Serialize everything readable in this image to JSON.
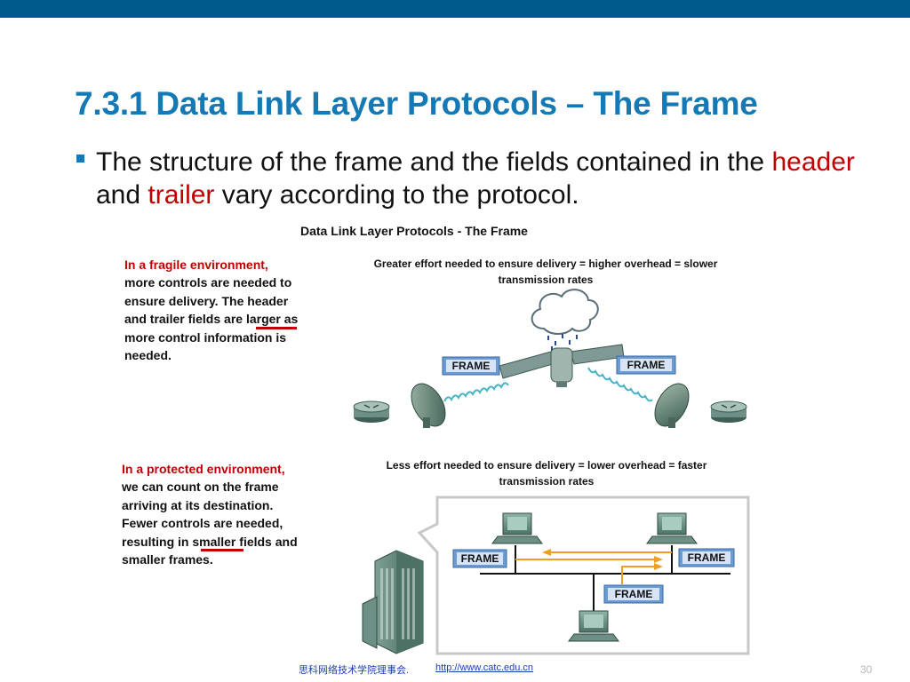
{
  "slide": {
    "title": "7.3.1 Data Link Layer Protocols – The Frame",
    "bullet": {
      "part1": "The structure of the frame and the fields contained in the ",
      "header_word": "header",
      "part2": " and ",
      "trailer_word": "trailer",
      "part3": " vary according to the protocol."
    },
    "figure": {
      "title": "Data Link Layer Protocols - The Frame",
      "fragile": {
        "lead": "In a fragile environment,",
        "line1": "more controls are needed to",
        "line2": "ensure delivery. The header",
        "line3_a": "and trailer fields are ",
        "line3_b": "larger",
        "line3_c": " as",
        "line4": "more control information is",
        "line5": "needed.",
        "caption_line1": "Greater effort needed to ensure delivery = higher overhead = slower",
        "caption_line2": "transmission rates"
      },
      "protected": {
        "lead": "In a protected environment,",
        "line1": "we can count on the frame",
        "line2": "arriving at its destination.",
        "line3": "Fewer controls are needed,",
        "line4_a": "resulting in ",
        "line4_b": "smaller",
        "line4_c": " fields and",
        "line5": "smaller frames.",
        "caption_line1": "Less effort needed to ensure delivery = lower overhead = faster",
        "caption_line2": "transmission rates"
      },
      "frame_label": "FRAME"
    },
    "footer": {
      "org": "思科网络技术学院理事会.",
      "url": "http://www.catc.edu.cn",
      "page": "30"
    },
    "colors": {
      "topbar": "#005a8c",
      "title": "#1479b5",
      "highlight": "#c00000",
      "frame_box": "#6b9bd1",
      "arrow": "#f0a020"
    }
  }
}
